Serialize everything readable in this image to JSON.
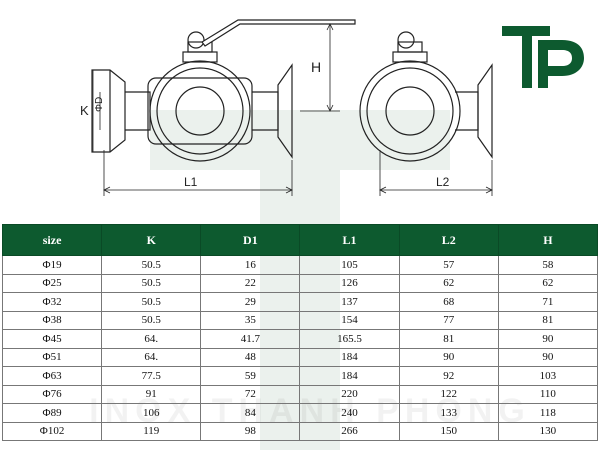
{
  "drawing": {
    "labels": {
      "h": "H",
      "k": "K",
      "d": "ΦD",
      "l1": "L1",
      "l2": "L2"
    }
  },
  "watermark_text": "INOX THANH PHONG",
  "table": {
    "headers": [
      "size",
      "K",
      "D1",
      "L1",
      "L2",
      "H"
    ],
    "rows": [
      [
        "Φ19",
        "50.5",
        "16",
        "105",
        "57",
        "58"
      ],
      [
        "Φ25",
        "50.5",
        "22",
        "126",
        "62",
        "62"
      ],
      [
        "Φ32",
        "50.5",
        "29",
        "137",
        "68",
        "71"
      ],
      [
        "Φ38",
        "50.5",
        "35",
        "154",
        "77",
        "81"
      ],
      [
        "Φ45",
        "64.",
        "41.7",
        "165.5",
        "81",
        "90"
      ],
      [
        "Φ51",
        "64.",
        "48",
        "184",
        "90",
        "90"
      ],
      [
        "Φ63",
        "77.5",
        "59",
        "184",
        "92",
        "103"
      ],
      [
        "Φ76",
        "91",
        "72",
        "220",
        "122",
        "110"
      ],
      [
        "Φ89",
        "106",
        "84",
        "240",
        "133",
        "118"
      ],
      [
        "Φ102",
        "119",
        "98",
        "266",
        "150",
        "130"
      ]
    ]
  },
  "colors": {
    "header_bg": "#0d5a2f",
    "logo_green": "#0d5a2f"
  }
}
